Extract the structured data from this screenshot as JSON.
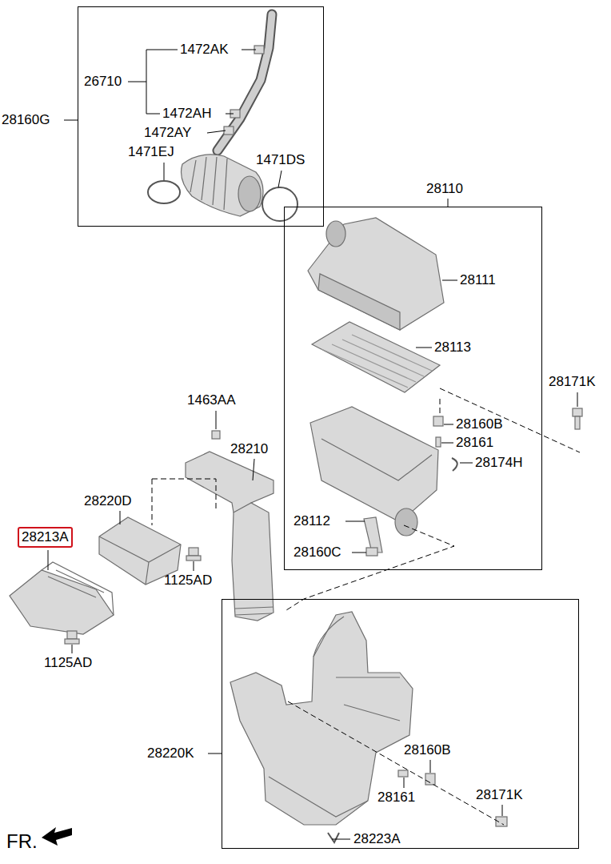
{
  "diagram": {
    "nodes": [
      {
        "text": [
          "28160G"
        ]
      },
      {
        "text": [
          "28110"
        ]
      },
      {
        "text": [
          "28213A"
        ]
      },
      {
        "text": [
          "28220K"
        ]
      }
    ],
    "labels": [
      "26710",
      "1472AK",
      "1472AH",
      "1472AY",
      "1471EJ",
      "1471DS",
      "28111",
      "28113",
      "28160B",
      "28161",
      "28174H",
      "28171K",
      "28112",
      "28160C",
      "1463AA",
      "28210",
      "28220D",
      "1125AD",
      "1125AD",
      "28160B",
      "28161",
      "28171K",
      "28223A",
      "FR."
    ]
  }
}
